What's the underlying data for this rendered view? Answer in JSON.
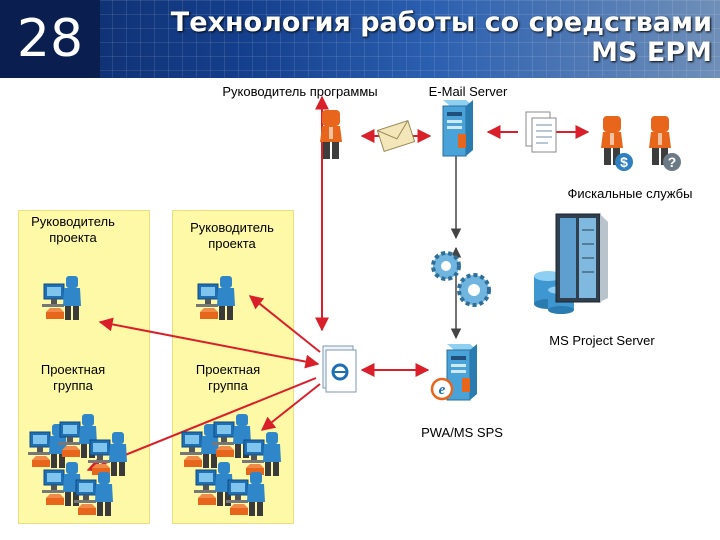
{
  "slide": {
    "number": "28",
    "title_line1": "Технология работы со средствами",
    "title_line2": "MS EPM"
  },
  "nodes": {
    "program_manager": "Руководитель программы",
    "email_server": "E-Mail Server",
    "fiscal_services": "Фискальные службы",
    "pm_left_line1": "Руководитель",
    "pm_left_line2": "проекта",
    "pm_right_line1": "Руководитель",
    "pm_right_line2": "проекта",
    "team_left_line1": "Проектная",
    "team_left_line2": "группа",
    "team_right_line1": "Проектная",
    "team_right_line2": "группа",
    "project_server": "MS Project Server",
    "pwa_sps": "PWA/MS SPS"
  },
  "badges": {
    "dollar": "$",
    "question": "?",
    "ie": "e"
  },
  "colors": {
    "header_dark": "#0d2a66",
    "panel_yellow": "#fdf9a6",
    "person_orange": "#e8661c",
    "person_dark": "#3d3d3d",
    "server_blue": "#4aa3d8",
    "arrow_red": "#d9202a",
    "badge_dollar": "#2f7fc1",
    "badge_question": "#6c7a86"
  },
  "icons": [
    "person-icon",
    "envelope-icon",
    "server-icon",
    "document-icon",
    "gears-icon",
    "database-icon",
    "computer-user-icon",
    "browser-document-icon",
    "ie-logo-icon"
  ]
}
